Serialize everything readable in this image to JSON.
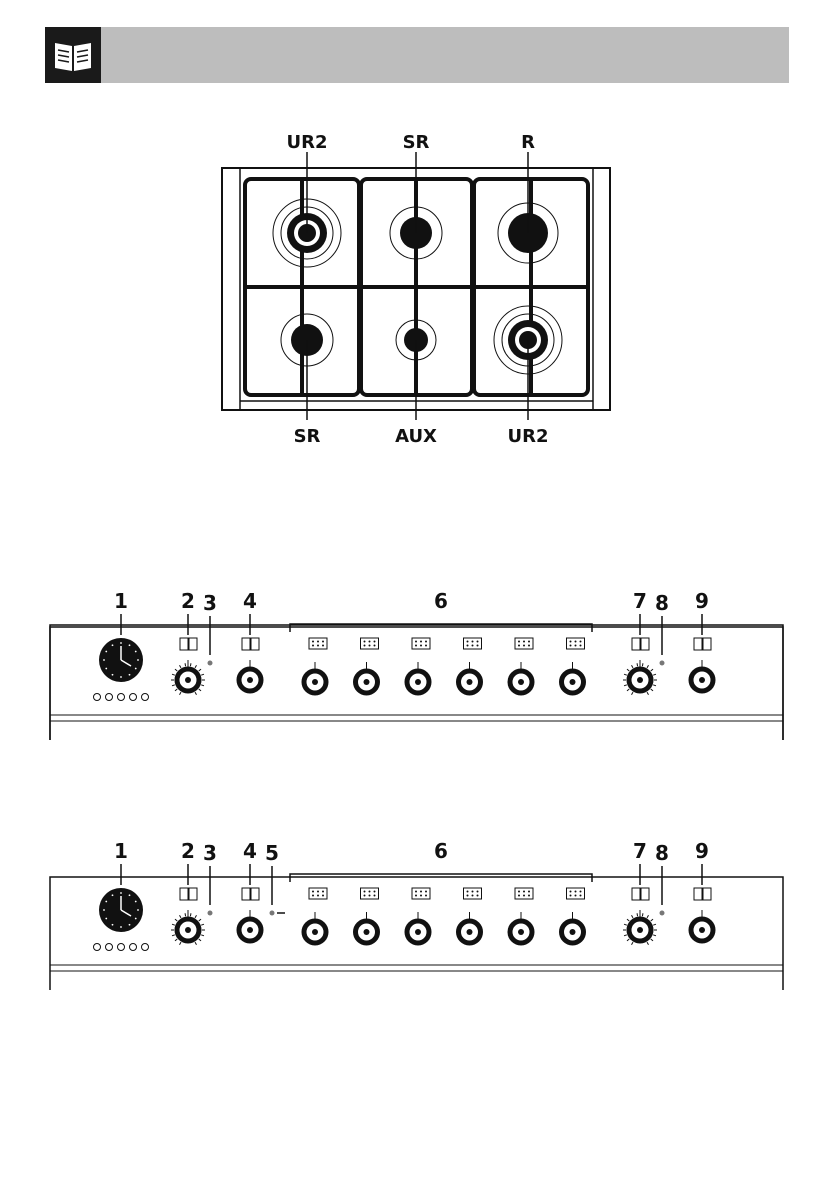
{
  "header": {
    "icon": "book-icon"
  },
  "hob": {
    "top_labels": [
      "UR2",
      "SR",
      "R"
    ],
    "bottom_labels": [
      "SR",
      "AUX",
      "UR2"
    ]
  },
  "panel_a": {
    "callouts": [
      "1",
      "2",
      "3",
      "4",
      "6",
      "7",
      "8",
      "9"
    ]
  },
  "panel_b": {
    "callouts": [
      "1",
      "2",
      "3",
      "4",
      "5",
      "6",
      "7",
      "8",
      "9"
    ]
  },
  "colors": {
    "header": "#bdbdbd",
    "icon_bg": "#1a1a1a",
    "ink": "#111111"
  }
}
